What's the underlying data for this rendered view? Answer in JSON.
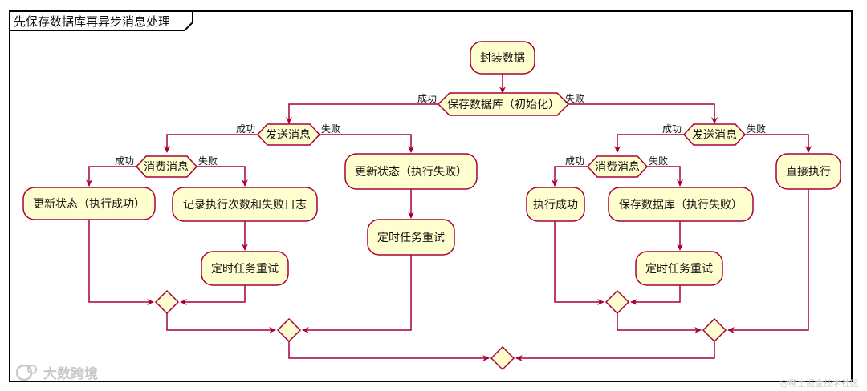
{
  "title": "先保存数据库再异步消息处理",
  "nodes": {
    "start": "封装数据",
    "save_init": "保存数据库（初始化）",
    "send_left": "发送消息",
    "send_right": "发送消息",
    "consume_left": "消费消息",
    "consume_right": "消费消息",
    "update_success": "更新状态（执行成功）",
    "log_fail": "记录执行次数和失败日志",
    "timer_left": "定时任务重试",
    "update_fail": "更新状态（执行失败）",
    "timer_mid": "定时任务重试",
    "exec_success": "执行成功",
    "save_fail": "保存数据库（执行失败）",
    "timer_right": "定时任务重试",
    "direct_exec": "直接执行"
  },
  "labels": {
    "success": "成功",
    "fail": "失败"
  },
  "watermark": {
    "left": "大数跨境",
    "right": "@稀土掘金技术社区"
  },
  "colors": {
    "node_fill": "#fefece",
    "stroke": "#a80036",
    "frame": "#000000"
  }
}
